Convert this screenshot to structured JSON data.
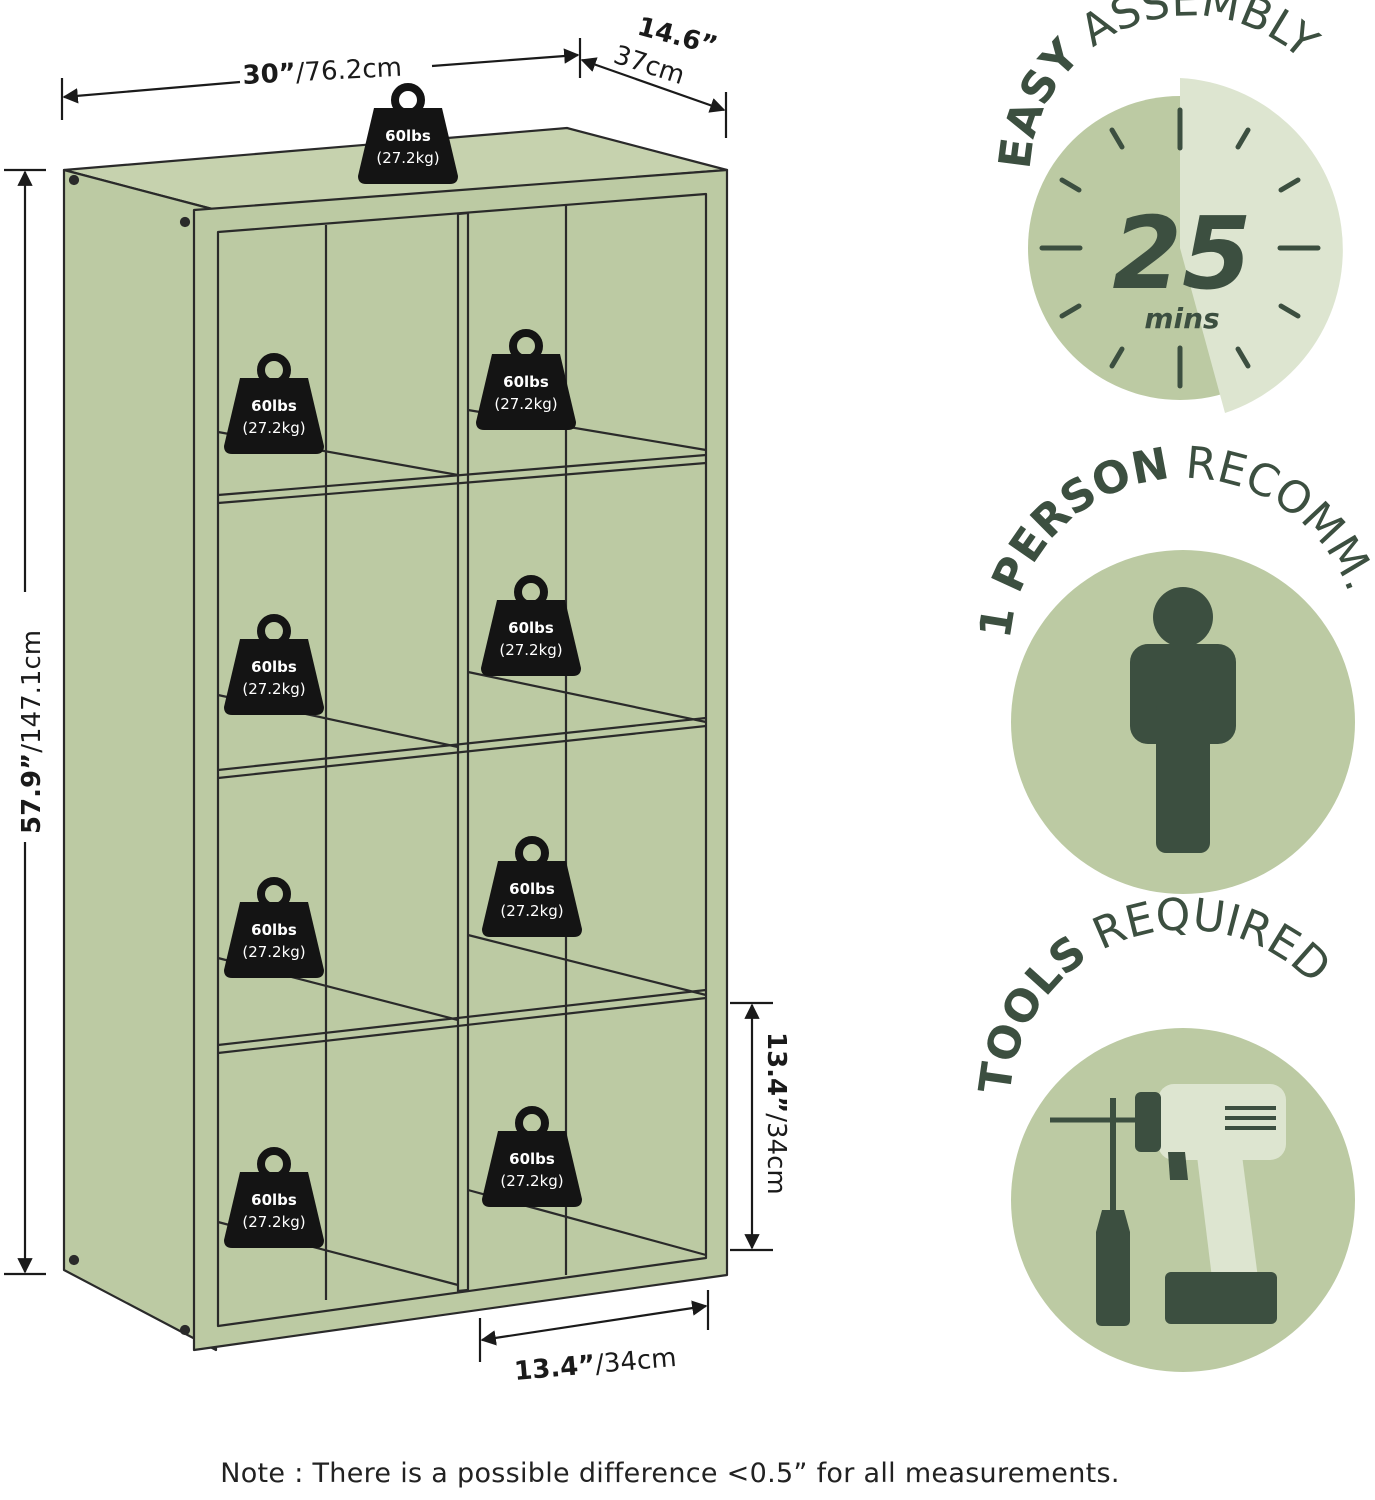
{
  "dimensions": {
    "width": {
      "in": "30”",
      "cm": "/76.2cm"
    },
    "depth": {
      "in": "14.6”",
      "cm": "37cm"
    },
    "height": {
      "in": "57.9”",
      "cm": "/147.1cm"
    },
    "cube_height": {
      "in": "13.4”",
      "cm": "/34cm"
    },
    "cube_width": {
      "in": "13.4”",
      "cm": "/34cm"
    }
  },
  "weight_capacity": {
    "lbs": "60lbs",
    "kg": "(27.2kg)"
  },
  "badges": {
    "assembly": {
      "bold": "EASY",
      "rest": "ASSEMBLY",
      "time_value": "25",
      "time_unit": "mins"
    },
    "person": {
      "bold": "1 PERSON",
      "rest": "RECOMM."
    },
    "tools": {
      "bold": "TOOLS",
      "rest": "REQUIRED"
    }
  },
  "colors": {
    "cabinet": "#bccaa3",
    "badge_circle": "#bccaa3",
    "badge_light": "#dde5d0",
    "badge_dark": "#3c4f40",
    "weight_fill": "#141414"
  },
  "icons": [
    "clock-icon",
    "person-icon",
    "drill-icon",
    "screwdriver-icon",
    "weight-icon"
  ],
  "note": "Note : There is a possible difference <0.5” for all measurements."
}
